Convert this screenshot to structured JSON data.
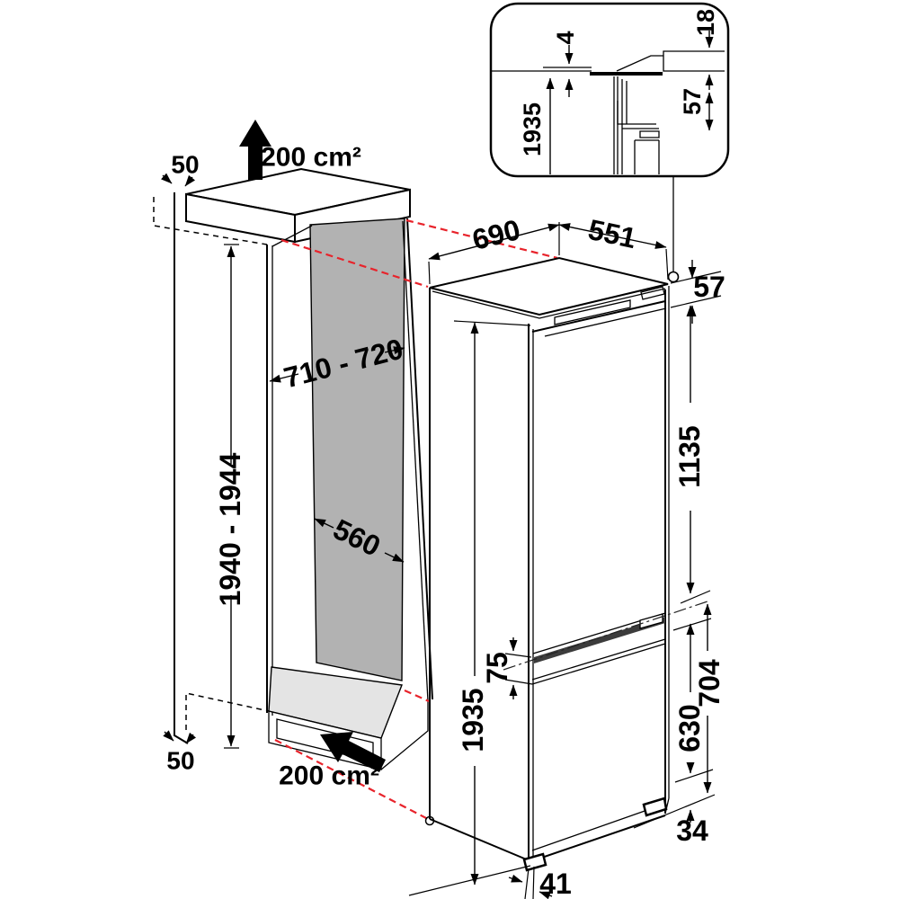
{
  "figure": {
    "kind": "built-in fridge-freezer installation dimension diagram",
    "units": "mm (vent areas in cm²)"
  },
  "colors": {
    "line": "#000000",
    "projection_red": "#e8232b",
    "panel_gray": "#b2b2b2",
    "floor_gray": "#e4e4e4",
    "groove_dark": "#3c3c3c"
  },
  "inset": {
    "dims": {
      "top_gap": "4",
      "worktop_step": "18",
      "hinge_clearance": "57",
      "appliance_height": "1935"
    }
  },
  "niche": {
    "dims": {
      "clearance_top": "50",
      "vent_top": "200 cm²",
      "depth": "710 - 720",
      "height": "1940 - 1944",
      "width": "560",
      "clearance_bottom": "50",
      "vent_bottom": "200 cm²"
    }
  },
  "appliance": {
    "dims": {
      "depth": "690",
      "width": "551",
      "top_offset": "57",
      "upper_door": "1135",
      "door_gap": "75",
      "height": "1935",
      "lower_door": "630",
      "lower_section": "704",
      "plinth": "34",
      "bottom_gap": "41"
    }
  }
}
